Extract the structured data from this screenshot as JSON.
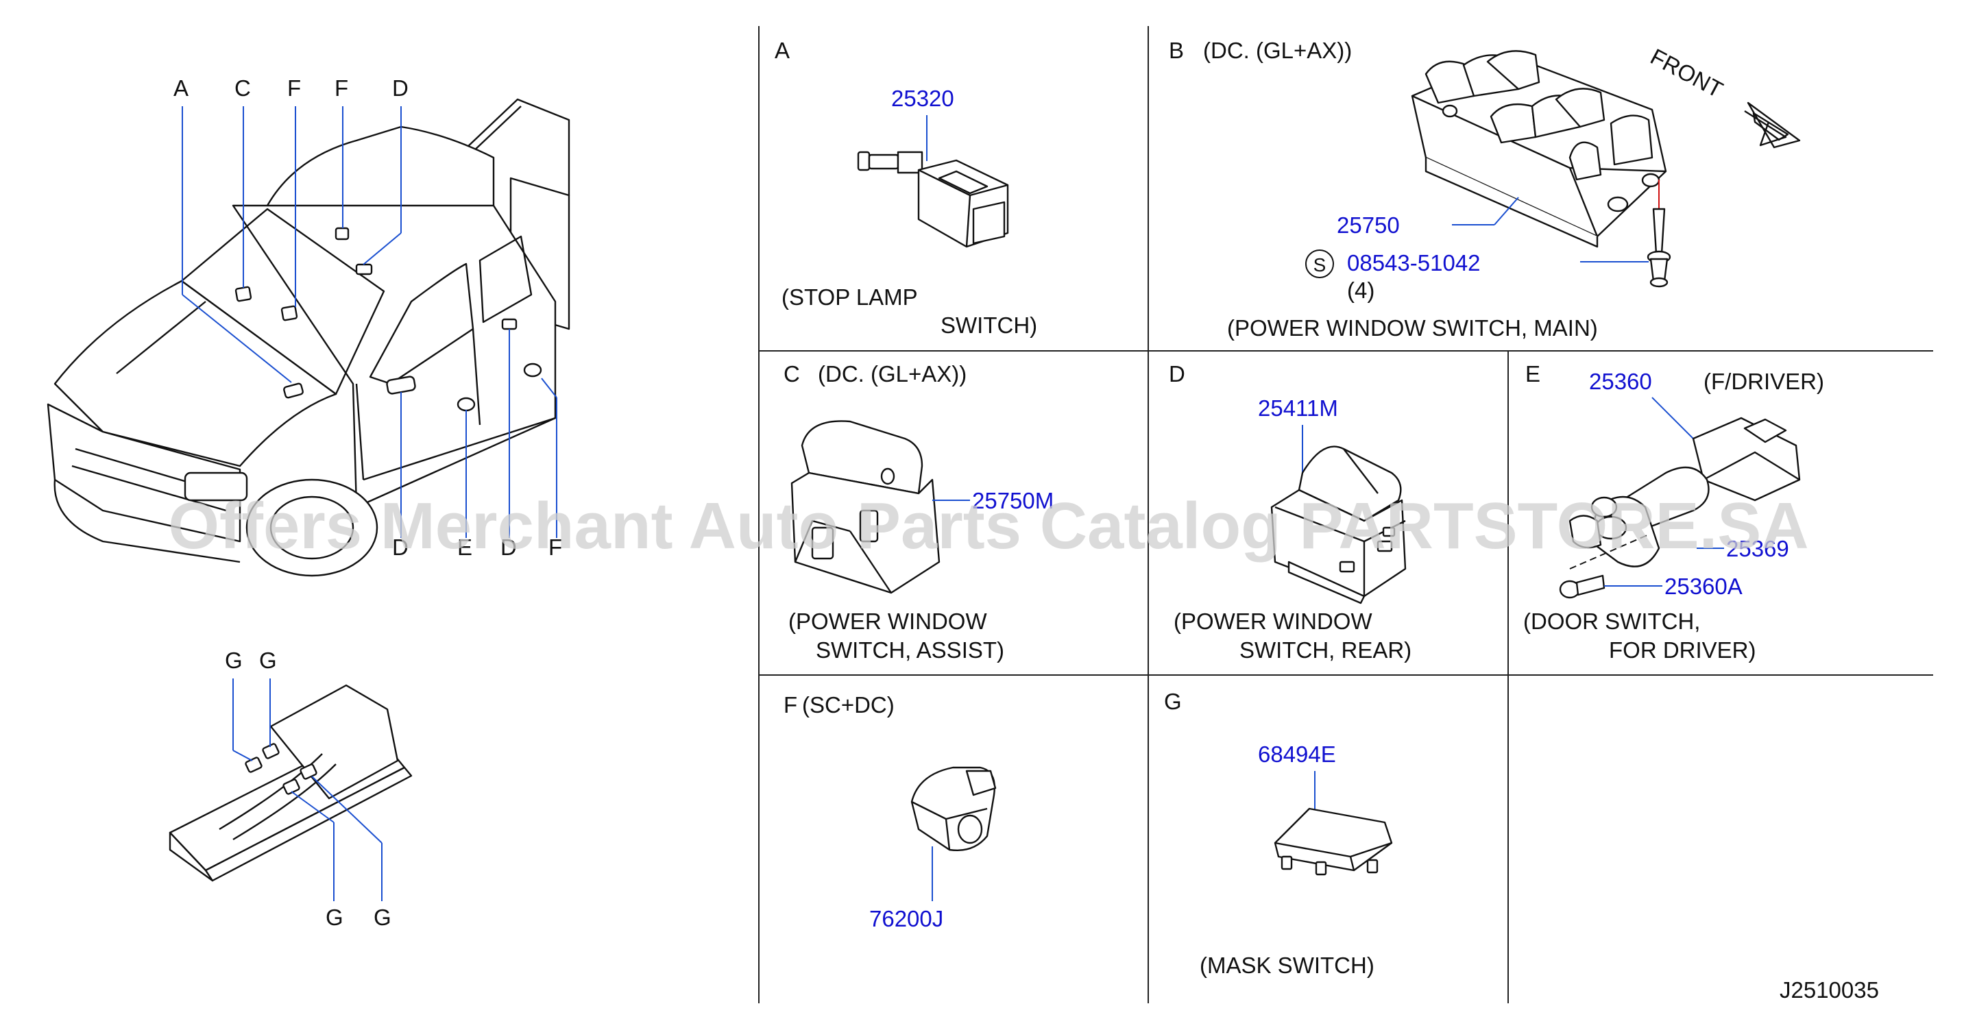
{
  "overview": {
    "top_labels": [
      "A",
      "C",
      "F",
      "F",
      "D"
    ],
    "bottom_labels": [
      "D",
      "E",
      "D",
      "F"
    ],
    "console_top_labels": [
      "G",
      "G"
    ],
    "console_bottom_labels": [
      "G",
      "G"
    ]
  },
  "panels": {
    "a": {
      "letter": "A",
      "part": "25320",
      "caption": [
        "(STOP   LAMP",
        "SWITCH)"
      ]
    },
    "b": {
      "letter": "B",
      "variant": "(DC.   (GL+AX))",
      "front": "FRONT",
      "part": "25750",
      "bolt_symbol": "S",
      "bolt_part": "08543-51042",
      "qty": "(4)",
      "caption": [
        "(POWER   WINDOW   SWITCH,   MAIN)"
      ]
    },
    "c": {
      "letter": "C",
      "variant": "(DC.   (GL+AX))",
      "part": "25750M",
      "caption": [
        "(POWER   WINDOW",
        "SWITCH,   ASSIST)"
      ]
    },
    "d": {
      "letter": "D",
      "part": "25411M",
      "caption": [
        "(POWER   WINDOW",
        "SWITCH,   REAR)"
      ]
    },
    "e": {
      "letter": "E",
      "part_main": "25360",
      "note": "(F/DRIVER)",
      "part_b": "25369",
      "part_c": "25360A",
      "caption": [
        "(DOOR   SWITCH,",
        "FOR   DRIVER)"
      ]
    },
    "f": {
      "letter": "F",
      "variant": "(SC+DC)",
      "part": "76200J"
    },
    "g": {
      "letter": "G",
      "part": "68494E",
      "caption": [
        "(MASK   SWITCH)"
      ]
    }
  },
  "diagram_code": "J2510035",
  "watermark": "Offers Merchant Auto Parts Catalog PARTSTORE.SA"
}
